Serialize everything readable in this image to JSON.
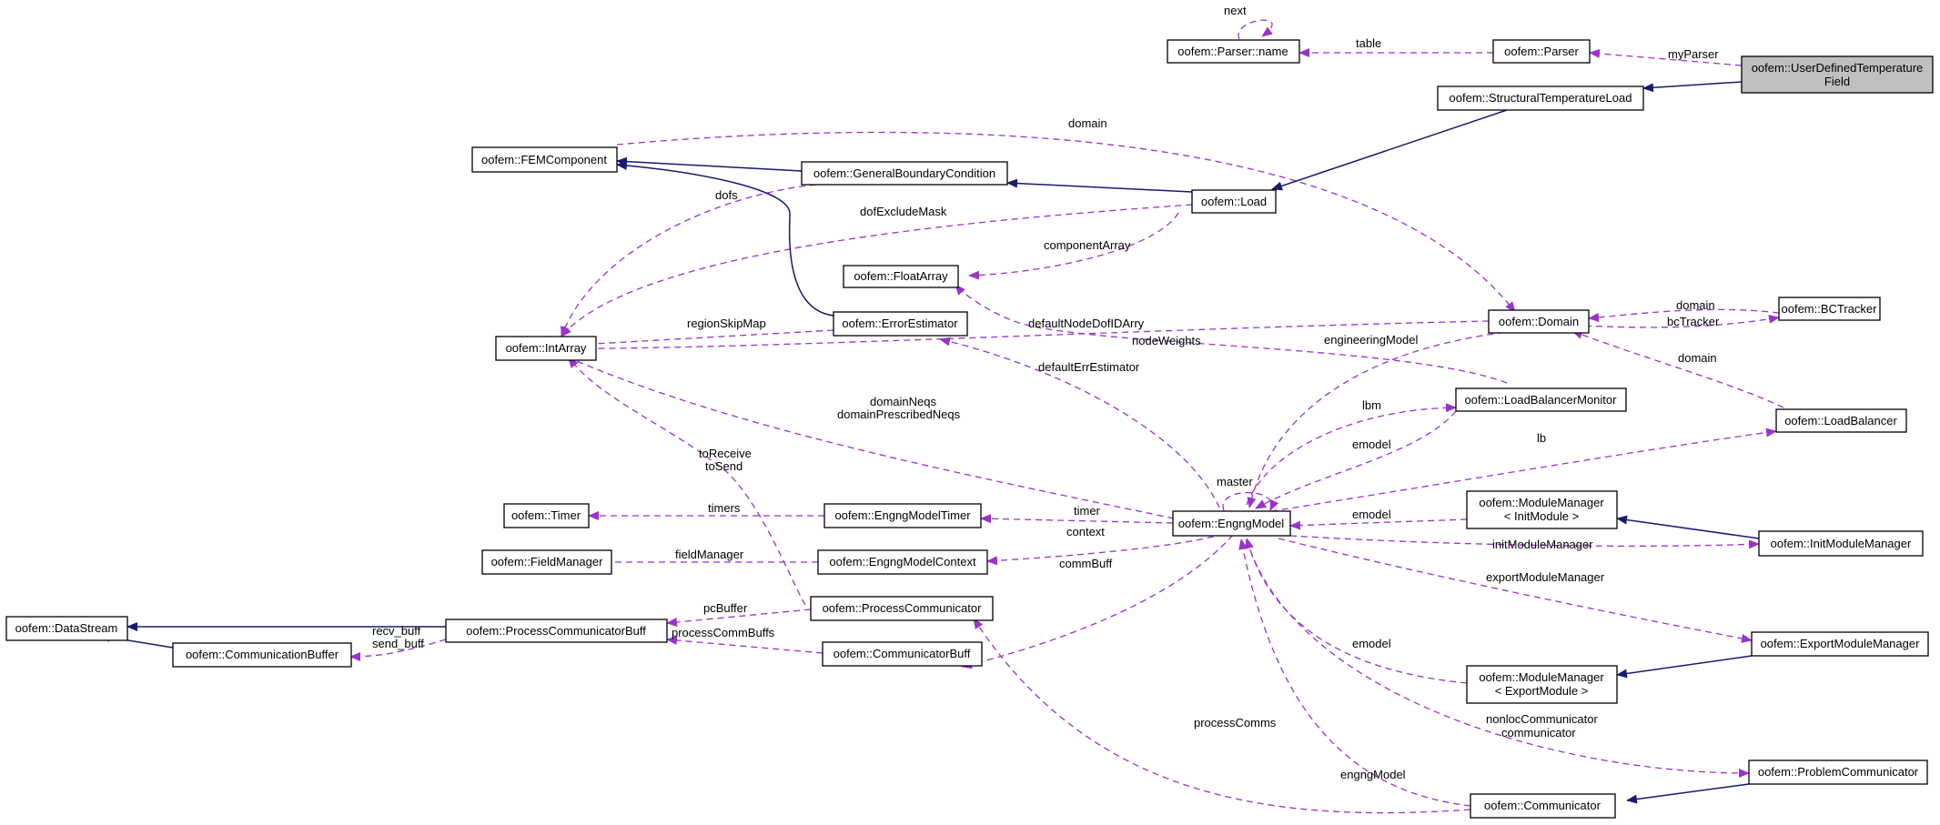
{
  "nodes": [
    {
      "id": "userdefinedtemperaturefield",
      "lines": [
        "oofem::UserDefinedTemperature",
        "Field"
      ],
      "focus": true
    },
    {
      "id": "parser",
      "lines": [
        "oofem::Parser"
      ]
    },
    {
      "id": "parser-name",
      "lines": [
        "oofem::Parser::name"
      ]
    },
    {
      "id": "structuraltemperatureload",
      "lines": [
        "oofem::StructuralTemperatureLoad"
      ]
    },
    {
      "id": "femcomponent",
      "lines": [
        "oofem::FEMComponent"
      ]
    },
    {
      "id": "generalboundarycondition",
      "lines": [
        "oofem::GeneralBoundaryCondition"
      ]
    },
    {
      "id": "load",
      "lines": [
        "oofem::Load"
      ]
    },
    {
      "id": "floatarray",
      "lines": [
        "oofem::FloatArray"
      ]
    },
    {
      "id": "intarray",
      "lines": [
        "oofem::IntArray"
      ]
    },
    {
      "id": "errorestimator",
      "lines": [
        "oofem::ErrorEstimator"
      ]
    },
    {
      "id": "domain",
      "lines": [
        "oofem::Domain"
      ]
    },
    {
      "id": "bctracker",
      "lines": [
        "oofem::BCTracker"
      ]
    },
    {
      "id": "loadbalancermonitor",
      "lines": [
        "oofem::LoadBalancerMonitor"
      ]
    },
    {
      "id": "loadbalancer",
      "lines": [
        "oofem::LoadBalancer"
      ]
    },
    {
      "id": "timer",
      "lines": [
        "oofem::Timer"
      ]
    },
    {
      "id": "engngmodeltimer",
      "lines": [
        "oofem::EngngModelTimer"
      ]
    },
    {
      "id": "engngmodel",
      "lines": [
        "oofem::EngngModel"
      ]
    },
    {
      "id": "modulemanager-init",
      "lines": [
        "oofem::ModuleManager",
        "< InitModule >"
      ]
    },
    {
      "id": "initmodulemanager",
      "lines": [
        "oofem::InitModuleManager"
      ]
    },
    {
      "id": "fieldmanager",
      "lines": [
        "oofem::FieldManager"
      ]
    },
    {
      "id": "engngmodelcontext",
      "lines": [
        "oofem::EngngModelContext"
      ]
    },
    {
      "id": "datastream",
      "lines": [
        "oofem::DataStream"
      ]
    },
    {
      "id": "processcommunicatorbuff",
      "lines": [
        "oofem::ProcessCommunicatorBuff"
      ]
    },
    {
      "id": "processcommunicator",
      "lines": [
        "oofem::ProcessCommunicator"
      ]
    },
    {
      "id": "communicationbuffer",
      "lines": [
        "oofem::CommunicationBuffer"
      ]
    },
    {
      "id": "communicatorbuff",
      "lines": [
        "oofem::CommunicatorBuff"
      ]
    },
    {
      "id": "exportmodulemanager",
      "lines": [
        "oofem::ExportModuleManager"
      ]
    },
    {
      "id": "modulemanager-export",
      "lines": [
        "oofem::ModuleManager",
        "< ExportModule >"
      ]
    },
    {
      "id": "problemcommunicator",
      "lines": [
        "oofem::ProblemCommunicator"
      ]
    },
    {
      "id": "communicator",
      "lines": [
        "oofem::Communicator"
      ]
    }
  ],
  "edge_labels": [
    {
      "id": "next",
      "text": "next"
    },
    {
      "id": "table",
      "text": "table"
    },
    {
      "id": "myparser",
      "text": "myParser"
    },
    {
      "id": "domain-fem",
      "text": "domain"
    },
    {
      "id": "dofs",
      "text": "dofs"
    },
    {
      "id": "dofexcludemask",
      "text": "dofExcludeMask"
    },
    {
      "id": "componentarray",
      "text": "componentArray"
    },
    {
      "id": "regionskipmap",
      "text": "regionSkipMap"
    },
    {
      "id": "defaultnodedofidarry",
      "text": "defaultNodeDofIDArry"
    },
    {
      "id": "nodeweights",
      "text": "nodeWeights"
    },
    {
      "id": "engineeringmodel",
      "text": "engineeringModel"
    },
    {
      "id": "domain-bct",
      "text": "domain"
    },
    {
      "id": "bctracker",
      "text": "bcTracker"
    },
    {
      "id": "domain-lb",
      "text": "domain"
    },
    {
      "id": "defaulterrestimator",
      "text": "defaultErrEstimator"
    },
    {
      "id": "domainneqs",
      "text": "domainNeqs"
    },
    {
      "id": "domainprescribedneqs",
      "text": "domainPrescribedNeqs"
    },
    {
      "id": "lbm",
      "text": "lbm"
    },
    {
      "id": "lb",
      "text": "lb"
    },
    {
      "id": "emodel-lbm",
      "text": "emodel"
    },
    {
      "id": "master",
      "text": "master"
    },
    {
      "id": "toreceive",
      "text": "toReceive"
    },
    {
      "id": "tosend",
      "text": "toSend"
    },
    {
      "id": "timers",
      "text": "timers"
    },
    {
      "id": "timer",
      "text": "timer"
    },
    {
      "id": "emodel-init",
      "text": "emodel"
    },
    {
      "id": "context",
      "text": "context"
    },
    {
      "id": "initmodulemanager",
      "text": "initModuleManager"
    },
    {
      "id": "fieldmanager",
      "text": "fieldManager"
    },
    {
      "id": "commbuff",
      "text": "commBuff"
    },
    {
      "id": "exportmodulemanager",
      "text": "exportModuleManager"
    },
    {
      "id": "pcbuffer",
      "text": "pcBuffer"
    },
    {
      "id": "recv-buff",
      "text": "recv_buff"
    },
    {
      "id": "send-buff",
      "text": "send_buff"
    },
    {
      "id": "processcommbuffs",
      "text": "processCommBuffs"
    },
    {
      "id": "emodel-export",
      "text": "emodel"
    },
    {
      "id": "nonloccommunicator",
      "text": "nonlocCommunicator"
    },
    {
      "id": "communicator",
      "text": "communicator"
    },
    {
      "id": "processcomms",
      "text": "processComms"
    },
    {
      "id": "engngmodel",
      "text": "engngModel"
    }
  ]
}
